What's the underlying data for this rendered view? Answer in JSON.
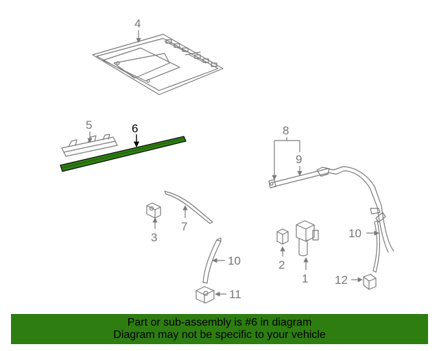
{
  "callouts": {
    "c1": "1",
    "c2": "2",
    "c3": "3",
    "c4": "4",
    "c5": "5",
    "c6": "6",
    "c7": "7",
    "c8": "8",
    "c9": "9",
    "c10a": "10",
    "c10b": "10",
    "c11": "11",
    "c12": "12"
  },
  "highlighted_part": "6",
  "colors": {
    "highlight": "#2e7d11",
    "line": "#7a7a7a",
    "banner": "#2e7d11"
  },
  "banner": {
    "line1": "Part or sub-assembly is #6 in diagram",
    "line2": "Diagram may not be specific to your vehicle"
  }
}
